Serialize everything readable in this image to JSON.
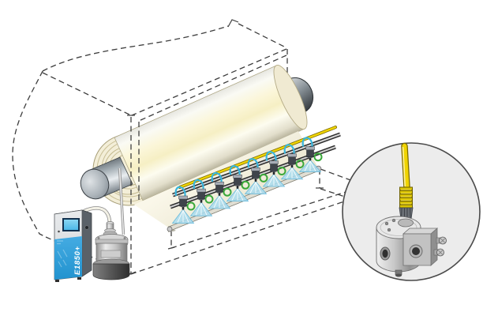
{
  "illustration": {
    "type": "isometric-technical-diagram",
    "subject": "Automatic spray coating system on an unwinding paper roll with controller, pail pump and enlarged spray-valve detail view"
  },
  "controller": {
    "model_label": "E1850+",
    "cabinet_blue": "#2293cf",
    "cabinet_blue_light": "#44abe2",
    "screen_blue": "#4db8e8"
  },
  "pump": {
    "type": "pail-pump"
  },
  "spray_system": {
    "valve_count": 8,
    "colors": {
      "supply_tube": "#f0d400",
      "supply_tube_dark": "#7a6a00",
      "atomizing_tube": "#38b6de",
      "recirculation_tube": "#3aa83a",
      "spray_fan": "#a9dcef",
      "spray_fan_edge": "#5fb6da"
    }
  },
  "roll": {
    "surface": "#f7f0c9"
  },
  "phantom": {
    "line_color": "#3e3e3e"
  },
  "detail_view": {
    "component": "spray-valve",
    "background": "#ececec"
  }
}
